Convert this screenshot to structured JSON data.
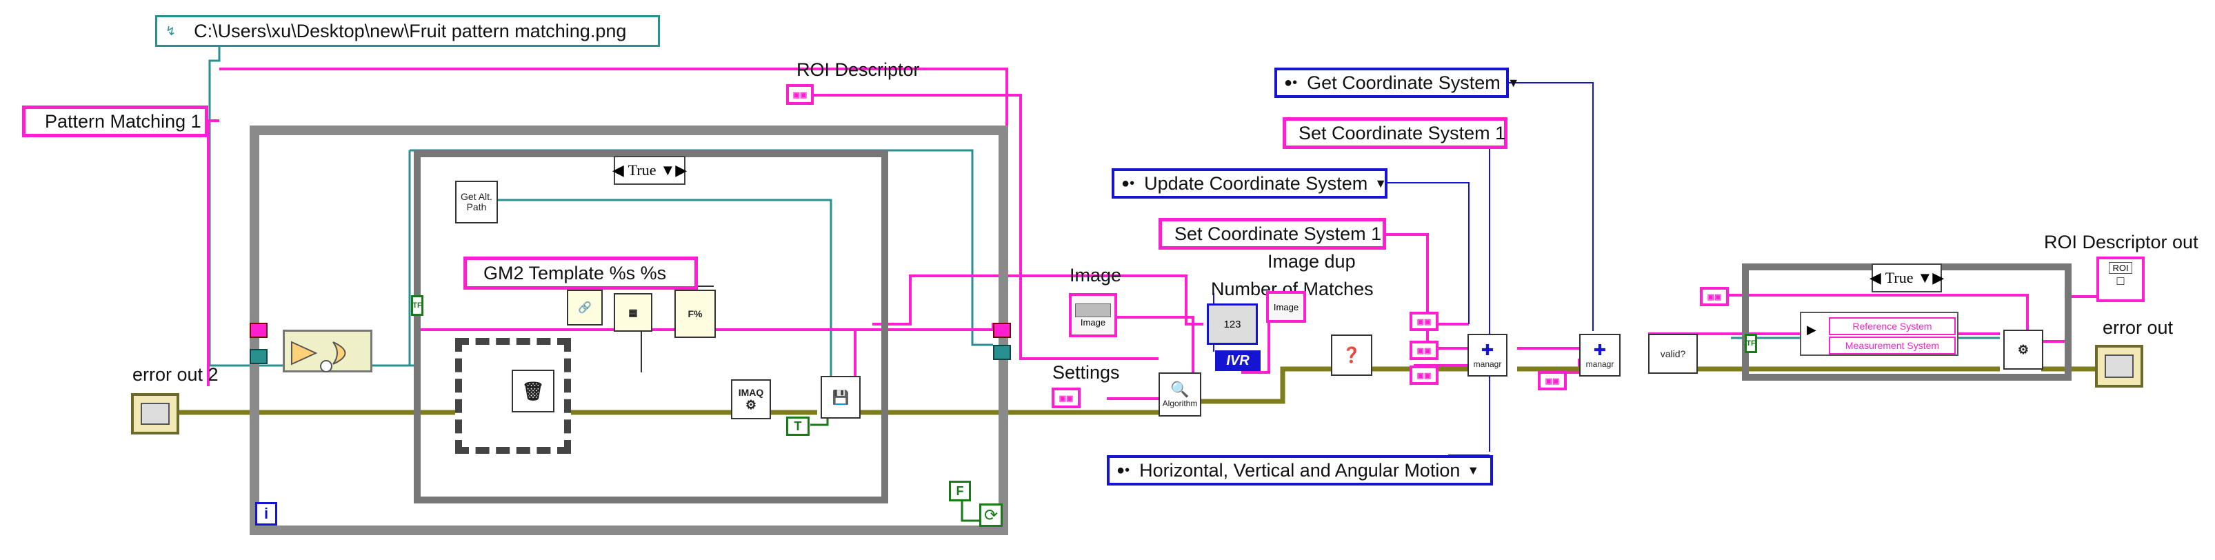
{
  "constants": {
    "file_path": "C:\\Users\\xu\\Desktop\\new\\Fruit pattern matching.png",
    "pattern_matching": "Pattern Matching 1",
    "template_format": "GM2 Template %s %s",
    "get_coordinate_system": "Get Coordinate System",
    "set_coordinate_system_top": "Set Coordinate System 1",
    "update_coordinate_system": "Update Coordinate System",
    "set_coordinate_system_mid": "Set Coordinate System 1",
    "motion_type": "Horizontal, Vertical and Angular Motion"
  },
  "labels": {
    "roi_descriptor": "ROI Descriptor",
    "error_out_2": "error out 2",
    "image": "Image",
    "image_dup": "Image dup",
    "number_of_matches": "Number of Matches",
    "settings": "Settings",
    "roi_descriptor_out": "ROI Descriptor out",
    "error_out": "error out"
  },
  "case_structures": {
    "left_selector": "True",
    "right_selector": "True"
  },
  "nodes": {
    "get_alt_path": "Get Alt. Path",
    "imaq_label": "IMAQ",
    "algorithm": "Algorithm",
    "ivr": "IVR",
    "num_display": "123",
    "image_ctl": "Image",
    "image_dup_ctl": "Image",
    "managr_1": "managr",
    "managr_2": "managr",
    "valid": "valid?",
    "reference_system": "Reference System",
    "measurement_system": "Measurement System",
    "roi_out_ctl": "ROI",
    "loop_index": "i",
    "bool_true": "T",
    "bool_false": "F",
    "tf_indicator": "TF"
  },
  "colors": {
    "cluster_pink": "#ff1ed0",
    "error_wire": "#7d7d1e",
    "path_wire": "#2a8f8f",
    "enum_blue": "#1414d2",
    "bool_green": "#1a7a1a",
    "loop_gray": "#8a8a8a"
  }
}
